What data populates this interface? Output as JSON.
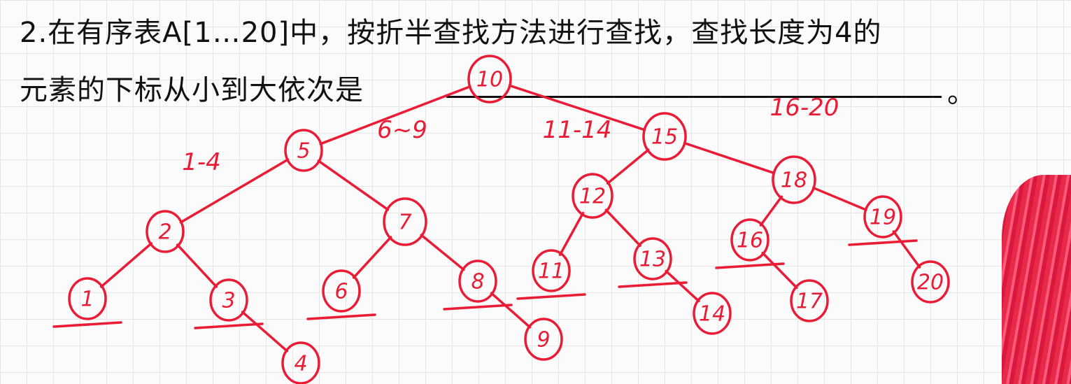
{
  "question": {
    "line1": "2.在有序表A[1…20]中，按折半查找方法进行查找，查找长度为4的",
    "line2": "元素的下标从小到大依次是",
    "period": "。"
  },
  "annotations": {
    "ink_color": "#ea1c35",
    "range_labels": [
      "1-4",
      "6~9",
      "11-14",
      "16-20"
    ],
    "nodes": [
      "10",
      "5",
      "15",
      "2",
      "7",
      "12",
      "18",
      "1",
      "3",
      "6",
      "8",
      "11",
      "13",
      "16",
      "19",
      "4",
      "9",
      "14",
      "17",
      "20"
    ],
    "underlined_nodes": [
      "1",
      "3",
      "6",
      "8",
      "11",
      "13",
      "16",
      "19"
    ]
  }
}
